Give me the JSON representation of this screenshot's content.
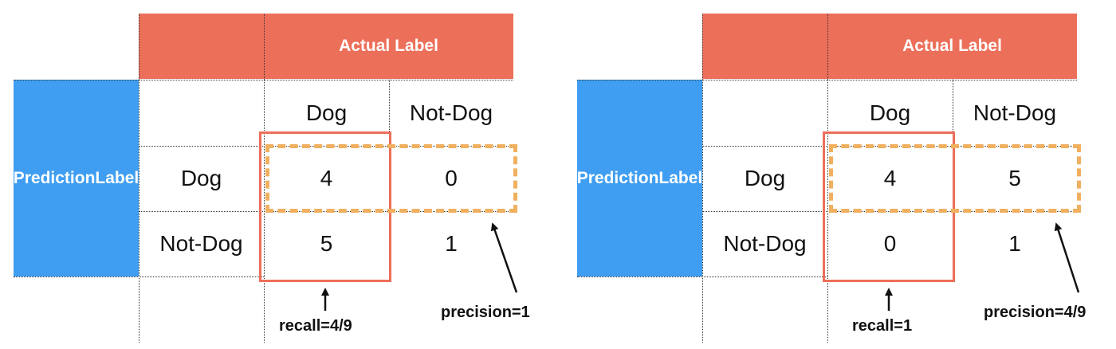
{
  "matrices": [
    {
      "actual_label": "Actual Label",
      "prediction_label_line1": "Prediction",
      "prediction_label_line2": "Label",
      "col_headers": [
        "Dog",
        "Not-Dog"
      ],
      "row_headers": [
        "Dog",
        "Not-Dog"
      ],
      "cells": [
        [
          "4",
          "0"
        ],
        [
          "5",
          "1"
        ]
      ],
      "recall_text": "recall=4/9",
      "precision_text": "precision=1"
    },
    {
      "actual_label": "Actual Label",
      "prediction_label_line1": "Prediction",
      "prediction_label_line2": "Label",
      "col_headers": [
        "Dog",
        "Not-Dog"
      ],
      "row_headers": [
        "Dog",
        "Not-Dog"
      ],
      "cells": [
        [
          "4",
          "5"
        ],
        [
          "0",
          "1"
        ]
      ],
      "recall_text": "recall=1",
      "precision_text": "precision=4/9"
    }
  ],
  "colors": {
    "actual_header": "#ec6f5a",
    "prediction_header": "#3f9ef2",
    "recall_box": "#ec6f5a",
    "precision_box": "#f0b060"
  }
}
